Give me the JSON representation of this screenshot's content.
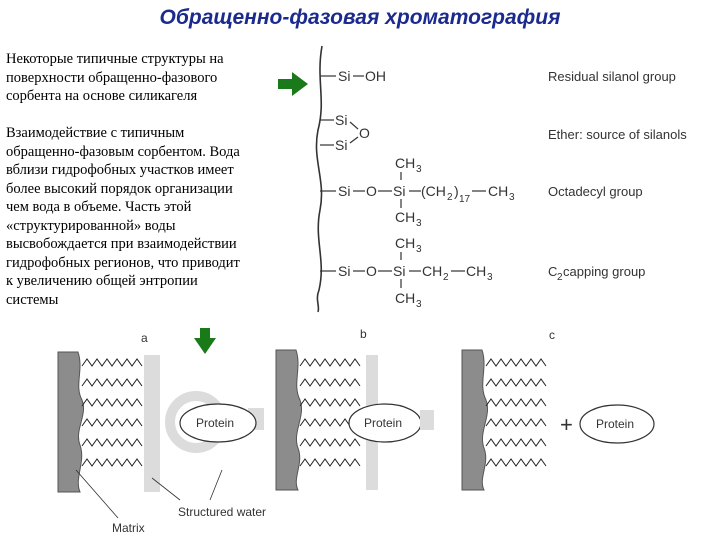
{
  "title": "Обращенно-фазовая хроматография",
  "text_block_1": [
    "Некоторые типичные структуры на",
    "поверхности обращенно-фазового",
    "сорбента на основе силикагеля"
  ],
  "text_block_2": [
    "Взаимодействие с типичным",
    "обращенно-фазовым сорбентом. Вода",
    "вблизи гидрофобных участков имеет",
    "более высокий порядок организации",
    "чем вода в объеме. Часть этой",
    "«структурированной» воды",
    "высвобождается при взаимодействии",
    "гидрофобных регионов, что приводит",
    "к увеличению общей энтропии",
    "системы"
  ],
  "groups": {
    "residual": "Residual silanol group",
    "ether": "Ether: source of silanols",
    "octadecyl": "Octadecyl group",
    "capping_c": "C",
    "capping_sub": "2",
    "capping_rest": " capping group"
  },
  "chem": {
    "si_oh_si": "Si",
    "si_oh_oh": "OH",
    "si": "Si",
    "o": "O",
    "ch": "CH",
    "three": "3",
    "two": "2",
    "seventeen": "17",
    "paren_open": "(CH",
    "paren_close": ")",
    "ch2": "CH",
    "dash": "—",
    "si_o_dash": "Si—O—Si—",
    "rest_octa": "—CH",
    "rest_cap": "—CH"
  },
  "panels": {
    "a": "a",
    "b": "b",
    "c": "c"
  },
  "protein": "Protein",
  "plus": "+",
  "labels": {
    "matrix": "Matrix",
    "structured_water": "Structured water"
  },
  "colors": {
    "title": "#1b2a8f",
    "arrow": "#1a7a1a",
    "matrix": "#8c8c8c",
    "column": "#dcdcdc"
  }
}
